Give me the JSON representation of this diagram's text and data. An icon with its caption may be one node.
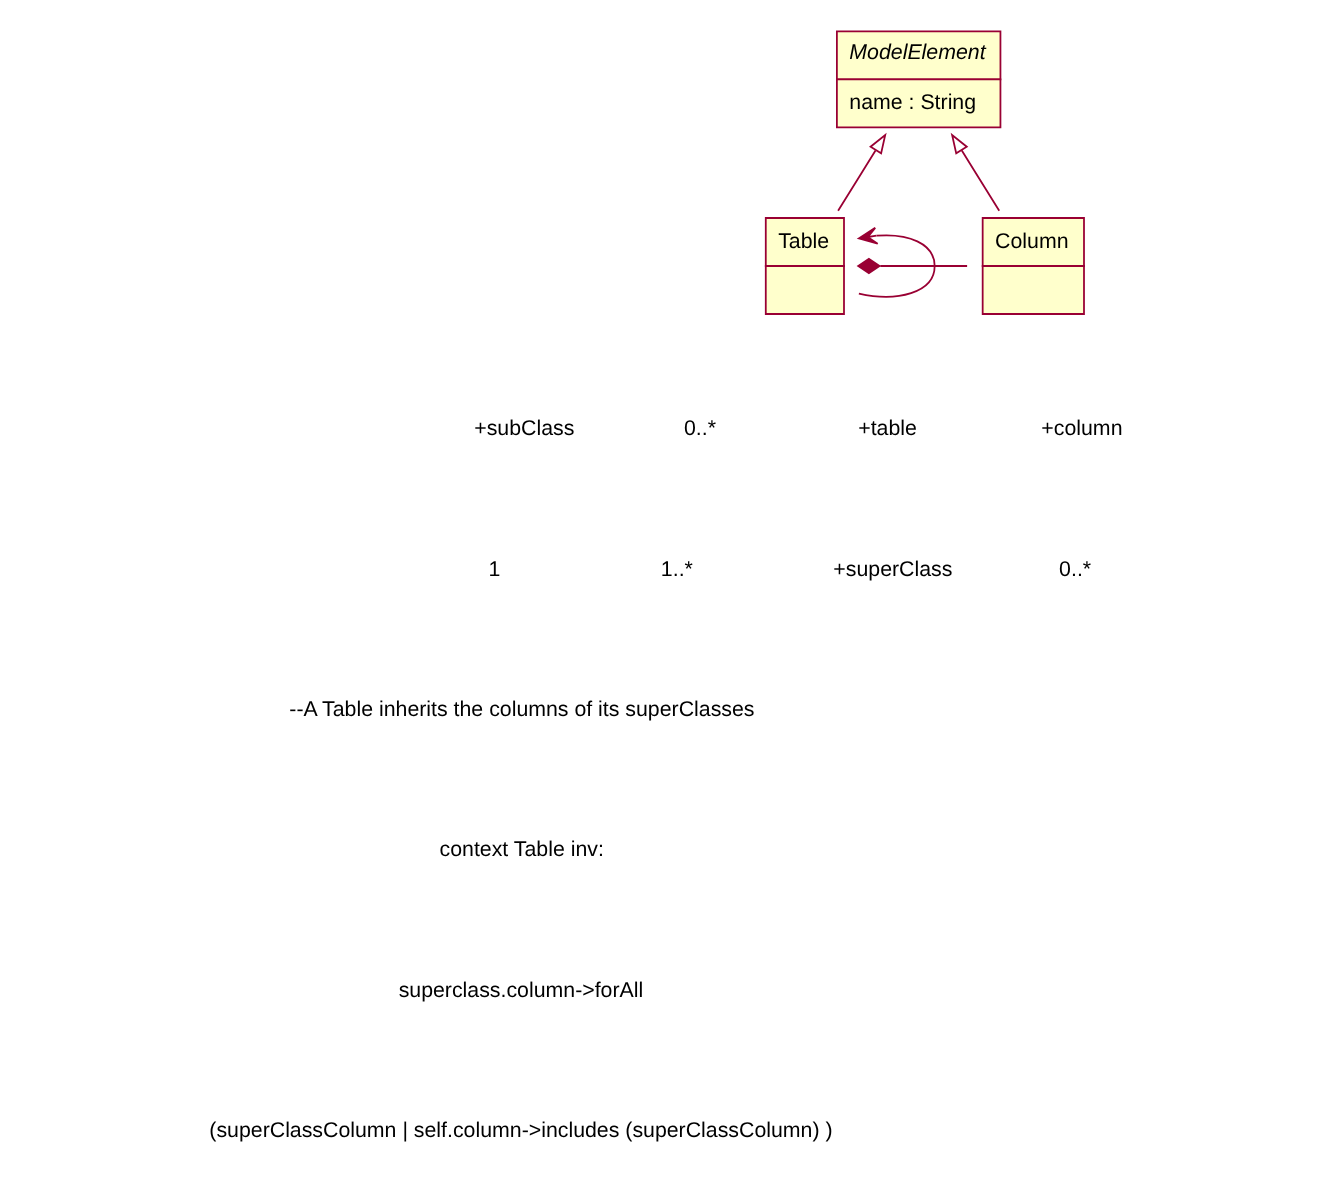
{
  "diagram": {
    "nodes": [
      {
        "text": [
          "ModelElement",
          "name : String"
        ]
      },
      {
        "text": [
          "Table"
        ]
      },
      {
        "text": [
          "Column"
        ]
      }
    ],
    "edges": [
      {
        "from": 1,
        "to": 0,
        "arrow": "to"
      },
      {
        "from": 2,
        "to": 0,
        "arrow": "to"
      },
      {
        "from": 1,
        "to": 2,
        "arrow": "other"
      },
      {
        "from": 1,
        "to": 1,
        "arrow": "to"
      }
    ],
    "labels": [
      "+subClass",
      "0..*",
      "+table",
      "+column",
      "1",
      "1..*",
      "+superClass",
      "0..*",
      "--A Table inherits the columns of its superClasses",
      "context Table inv:",
      "superclass.column->forAll",
      "(superClassColumn | self.column->includes (superClassColumn) )"
    ]
  }
}
